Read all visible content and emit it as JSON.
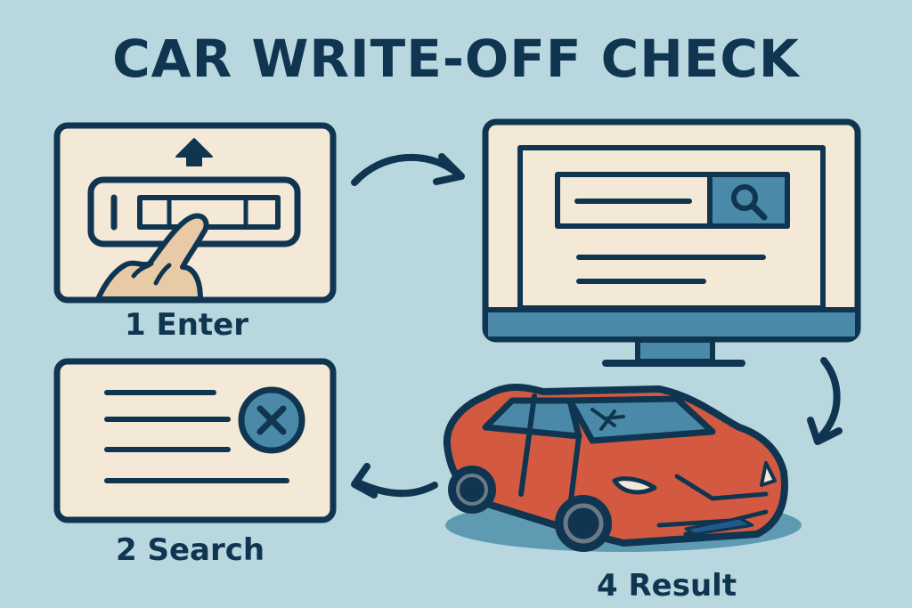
{
  "title": "CAR WRITE-OFF CHECK",
  "steps": [
    {
      "label": "1 Enter",
      "icon": "plate-entry-icon"
    },
    {
      "label": "2 Search",
      "icon": "search-result-x-icon"
    },
    {
      "label": "4 Result",
      "icon": "damaged-car-icon"
    }
  ],
  "colors": {
    "background": "#b9d7de",
    "ink": "#0f3551",
    "panel": "#f3e9d6",
    "accent": "#4a8aa8",
    "car": "#d35a40"
  }
}
